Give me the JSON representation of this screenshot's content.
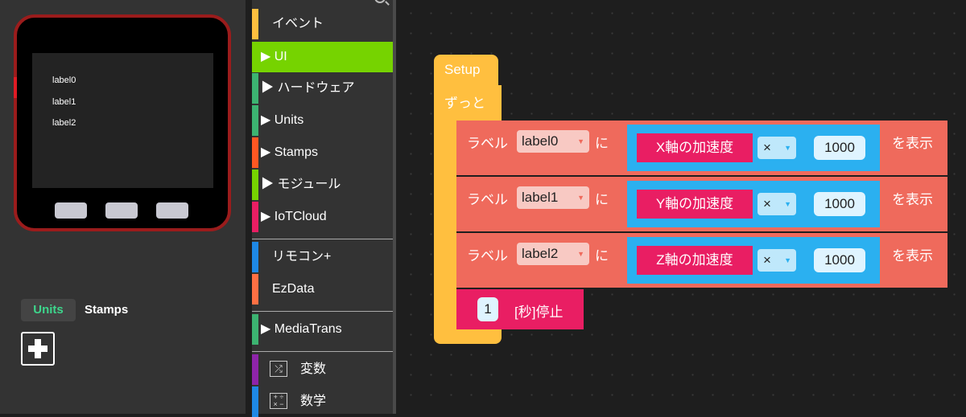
{
  "device": {
    "screen_labels": [
      "label0",
      "label1",
      "label2"
    ]
  },
  "left_tabs": {
    "units": "Units",
    "stamps": "Stamps"
  },
  "categories": [
    {
      "label": "イベント",
      "color": "#ffbf3f",
      "arrow": false
    },
    {
      "label": "UI",
      "color": "#76d300",
      "arrow": true,
      "selected": true
    },
    {
      "label": "ハードウェア",
      "color": "#3cb371",
      "arrow": true
    },
    {
      "label": "Units",
      "color": "#3cb371",
      "arrow": true
    },
    {
      "label": "Stamps",
      "color": "#ff5722",
      "arrow": true
    },
    {
      "label": "モジュール",
      "color": "#76d300",
      "arrow": true
    },
    {
      "label": "IoTCloud",
      "color": "#e91e63",
      "arrow": true
    },
    {
      "label": "リモコン+",
      "color": "#1e88e5",
      "arrow": false
    },
    {
      "label": "EzData",
      "color": "#ff7043",
      "arrow": false
    },
    {
      "label": "MediaTrans",
      "color": "#3cb371",
      "arrow": true
    },
    {
      "label": "変数",
      "color": "#8e24aa",
      "arrow": false,
      "icon": "shuffle-icon"
    },
    {
      "label": "数学",
      "color": "#1e88e5",
      "arrow": false,
      "icon": "math-operators-icon"
    }
  ],
  "blocks": {
    "setup": "Setup",
    "loop": "ずっと",
    "label_prefix": "ラベル",
    "particle": "に",
    "display_suffix": "を表示",
    "rows": [
      {
        "label": "label0",
        "sensor": "X軸の加速度",
        "op": "×",
        "value": "1000"
      },
      {
        "label": "label1",
        "sensor": "Y軸の加速度",
        "op": "×",
        "value": "1000"
      },
      {
        "label": "label2",
        "sensor": "Z軸の加速度",
        "op": "×",
        "value": "1000"
      }
    ],
    "wait_value": "1",
    "wait_label": "[秒]停止"
  }
}
